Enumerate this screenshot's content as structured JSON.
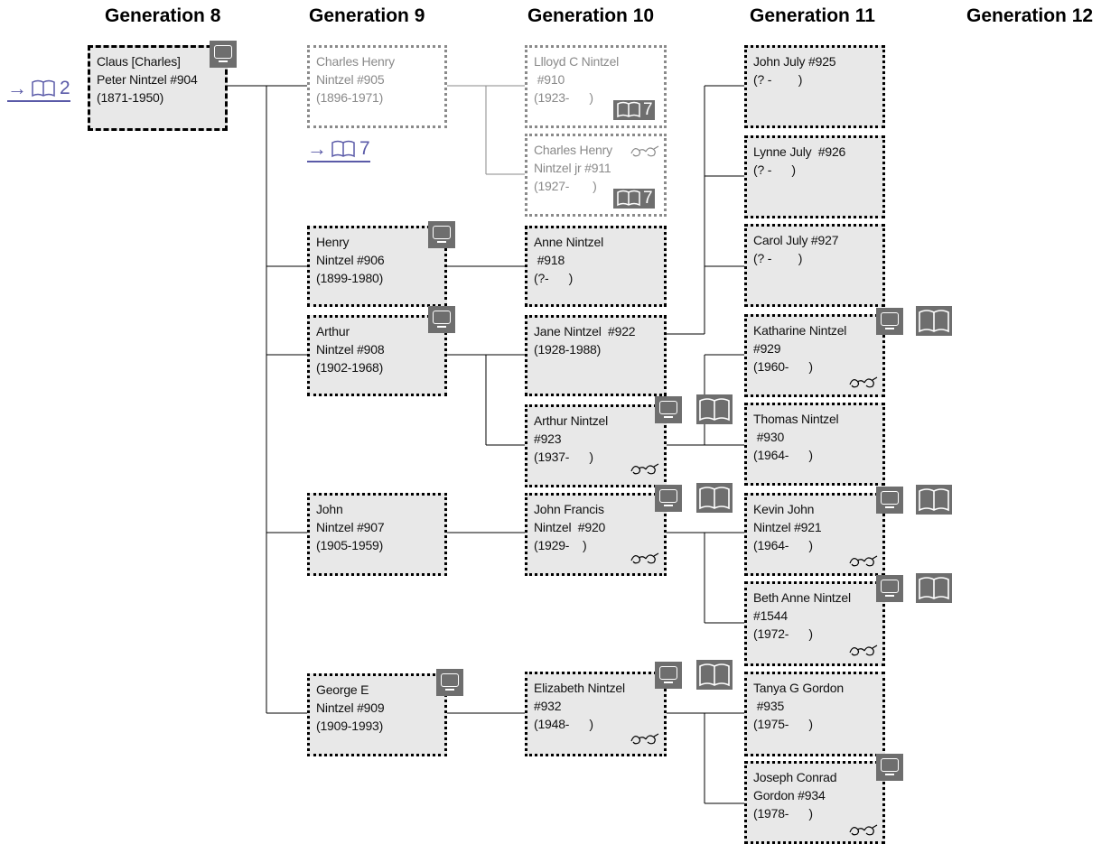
{
  "generations": [
    "Generation 8",
    "Generation 9",
    "Generation 10",
    "Generation 11",
    "Generation 12"
  ],
  "people": {
    "p904": [
      "Claus [Charles]",
      "Peter Nintzel #904",
      "(1871-1950)"
    ],
    "p905": [
      "Charles Henry",
      "Nintzel #905",
      "(1896-1971)"
    ],
    "p910": [
      "Llloyd C Nintzel",
      " #910",
      "(1923-      )"
    ],
    "p911": [
      "Charles Henry",
      "Nintzel jr #911",
      "(1927-       )"
    ],
    "p906": [
      "Henry",
      "Nintzel #906",
      "(1899-1980)"
    ],
    "p918": [
      "Anne Nintzel",
      " #918",
      "(?-      )"
    ],
    "p908": [
      "Arthur",
      "Nintzel #908",
      "(1902-1968)"
    ],
    "p922": [
      "Jane Nintzel  #922",
      "(1928-1988)"
    ],
    "p923": [
      "Arthur Nintzel",
      "#923",
      "(1937-      )"
    ],
    "p907": [
      "John",
      "Nintzel #907",
      "(1905-1959)"
    ],
    "p920": [
      "John Francis",
      "Nintzel  #920",
      "(1929-    )"
    ],
    "p909": [
      "George E",
      "Nintzel #909",
      "(1909-1993)"
    ],
    "p932": [
      "Elizabeth Nintzel",
      "#932",
      "(1948-      )"
    ],
    "p925": [
      "John July #925",
      "(? -        )"
    ],
    "p926": [
      "Lynne July  #926",
      "(? -      )"
    ],
    "p927": [
      "Carol July #927",
      "(? -        )"
    ],
    "p929": [
      "Katharine Nintzel",
      "#929",
      "(1960-      )"
    ],
    "p930": [
      "Thomas Nintzel",
      " #930",
      "(1964-      )"
    ],
    "p921": [
      "Kevin John",
      "Nintzel #921",
      "(1964-      )"
    ],
    "p1544": [
      "Beth Anne Nintzel",
      "#1544",
      "(1972-      )"
    ],
    "p935": [
      "Tanya G Gordon",
      " #935",
      "(1975-      )"
    ],
    "p934": [
      "Joseph Conrad",
      "Gordon #934",
      "(1978-      )"
    ]
  },
  "refs": {
    "back_page": "2",
    "gen9_next_page": "7",
    "p910_page": "7",
    "p911_page": "7"
  },
  "icons": {
    "tv": "tv-icon",
    "book": "book-icon",
    "glasses": "glasses-icon",
    "arrow": "right-arrow-icon"
  },
  "colors": {
    "box_fill": "#e8e8e8",
    "icon_bg": "#6e6e6e",
    "light_text": "#8a8a8a",
    "link": "#5a5aa8"
  }
}
